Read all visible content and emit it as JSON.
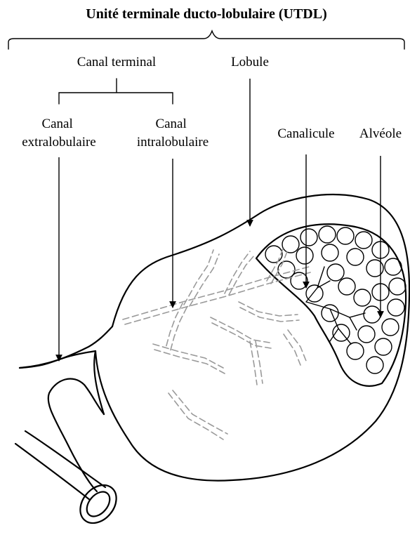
{
  "title": "Unité terminale ducto-lobulaire (UTDL)",
  "labels": {
    "canal_terminal": "Canal terminal",
    "lobule": "Lobule",
    "canal_extralobulaire_1": "Canal",
    "canal_extralobulaire_2": "extralobulaire",
    "canal_intralobulaire_1": "Canal",
    "canal_intralobulaire_2": "intralobulaire",
    "canalicule": "Canalicule",
    "alveole": "Alvéole"
  }
}
